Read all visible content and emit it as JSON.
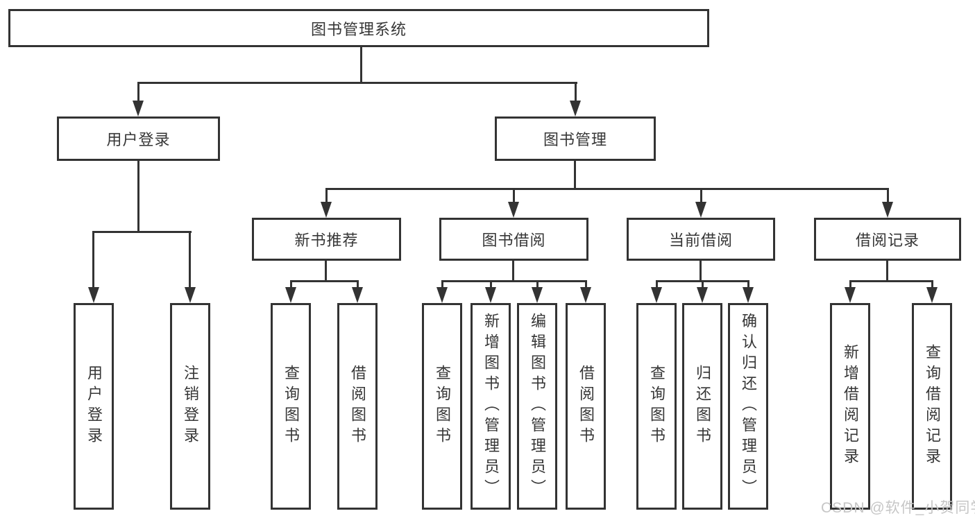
{
  "tree": {
    "root": {
      "label": "图书管理系统"
    },
    "branches": [
      {
        "label": "用户登录",
        "leaves": [
          "用户登录",
          "注销登录"
        ]
      },
      {
        "label": "图书管理",
        "groups": [
          {
            "label": "新书推荐",
            "leaves": [
              "查询图书",
              "借阅图书"
            ]
          },
          {
            "label": "图书借阅",
            "leaves": [
              "查询图书",
              "新增图书（管理员）",
              "编辑图书（管理员）",
              "借阅图书"
            ]
          },
          {
            "label": "当前借阅",
            "leaves": [
              "查询图书",
              "归还图书",
              "确认归还（管理员）"
            ]
          },
          {
            "label": "借阅记录",
            "leaves": [
              "新增借阅记录",
              "查询借阅记录"
            ]
          }
        ]
      }
    ]
  },
  "watermark": {
    "text": "CSDN @软件_小贺同学"
  },
  "colors": {
    "line": "#333333",
    "text": "#363636",
    "watermark": "#c6c6c6",
    "background": "#ffffff"
  }
}
